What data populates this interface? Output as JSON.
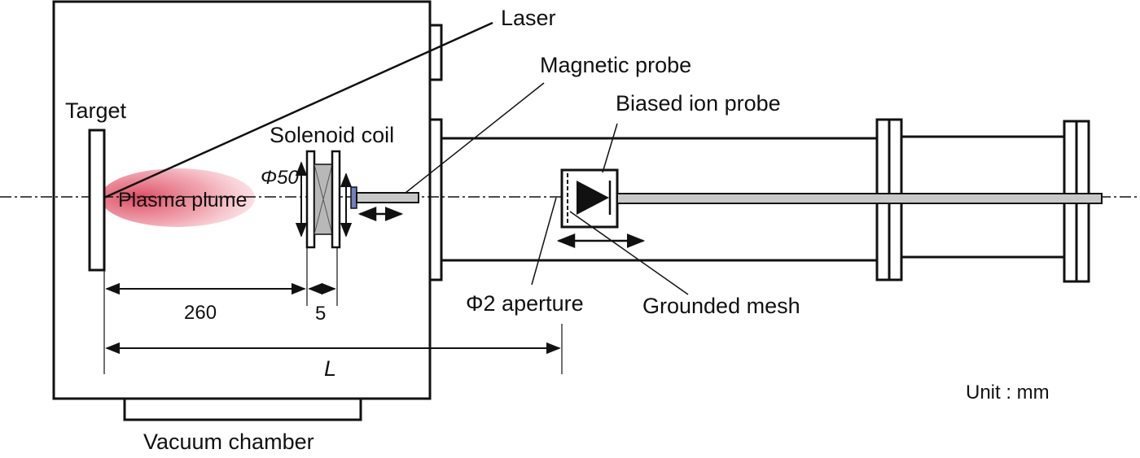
{
  "labels": {
    "laser": "Laser",
    "target": "Target",
    "solenoid_coil": "Solenoid coil",
    "magnetic_probe": "Magnetic probe",
    "biased_ion_probe": "Biased ion probe",
    "plasma_plume": "Plasma plume",
    "phi50": "Φ50",
    "phi2_aperture": "Φ2 aperture",
    "grounded_mesh": "Grounded mesh",
    "dim_260": "260",
    "dim_5": "5",
    "dim_L": "L",
    "vacuum_chamber": "Vacuum chamber",
    "unit": "Unit : mm"
  },
  "colors": {
    "line": "#111111",
    "plume": "#e06070",
    "rod_fill": "#c8c8c8",
    "coil_fill": "#b8b8b8",
    "probe_tip": "#7080c0"
  }
}
